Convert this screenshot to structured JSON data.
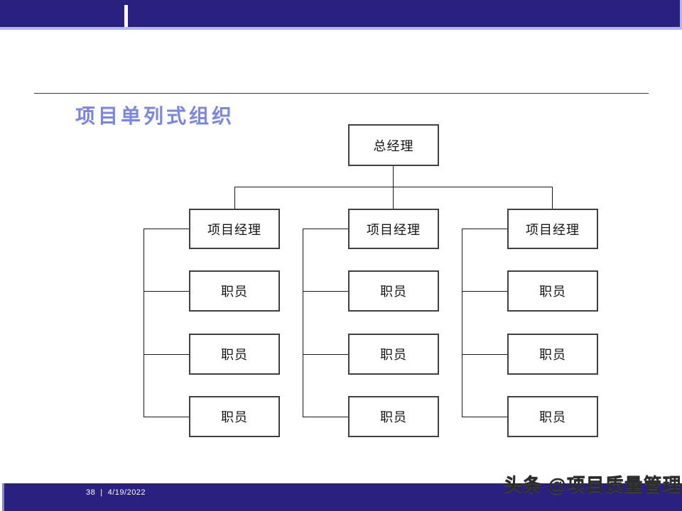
{
  "slide": {
    "title": "项目单列式组织",
    "footer": {
      "page_number": "38",
      "separator": "|",
      "date": "4/19/2022"
    }
  },
  "org_chart": {
    "type": "org-tree",
    "root": {
      "label": "总经理"
    },
    "columns": [
      {
        "manager": "项目经理",
        "staff": [
          "职员",
          "职员",
          "职员"
        ]
      },
      {
        "manager": "项目经理",
        "staff": [
          "职员",
          "职员",
          "职员"
        ]
      },
      {
        "manager": "项目经理",
        "staff": [
          "职员",
          "职员",
          "职员"
        ]
      }
    ]
  },
  "watermark": {
    "text": "头条 @项目质量管理"
  },
  "colors": {
    "header_bar": "#2A2080",
    "footer_bar": "#2A2080",
    "header_border": "#B3B8EC",
    "title_text": "#7B85E6",
    "box_border": "#404040",
    "connector_line": "#1A1A1A"
  }
}
